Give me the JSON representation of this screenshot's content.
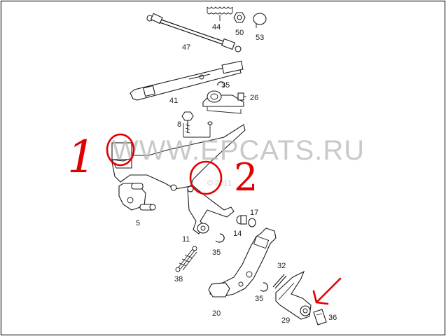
{
  "watermark": {
    "text": "WWW.EPCATS.RU",
    "copyright": "© 2011"
  },
  "annotations": {
    "marker_1": "1",
    "marker_2": "2",
    "accent_color": "#e00000"
  },
  "part_labels": {
    "p44": "44",
    "p50": "50",
    "p53": "53",
    "p47": "47",
    "p35_top": "35",
    "p26": "26",
    "p41": "41",
    "p8": "8",
    "p5": "5",
    "p11": "11",
    "p14": "14",
    "p17": "17",
    "p35_mid": "35",
    "p38": "38",
    "p32": "32",
    "p20": "20",
    "p35_bottom": "35",
    "p29": "29",
    "p36": "36"
  }
}
